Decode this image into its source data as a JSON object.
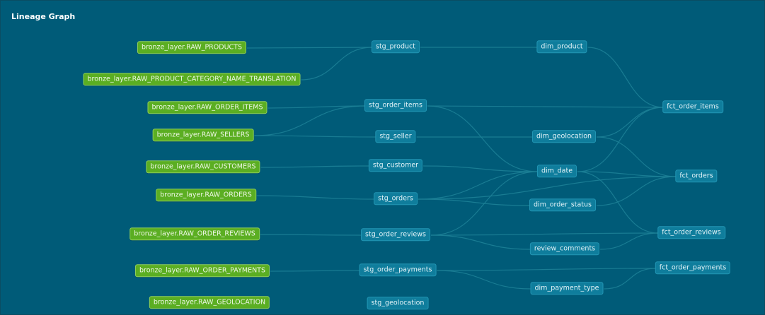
{
  "title": "Lineage Graph",
  "colors": {
    "background": "#005b78",
    "source_node": "#5bae22",
    "model_node": "#0f7d9c",
    "edge": "#1c8096"
  },
  "nodes": {
    "src_products": "bronze_layer.RAW_PRODUCTS",
    "src_category": "bronze_layer.RAW_PRODUCT_CATEGORY_NAME_TRANSLATION",
    "src_order_items": "bronze_layer.RAW_ORDER_ITEMS",
    "src_sellers": "bronze_layer.RAW_SELLERS",
    "src_customers": "bronze_layer.RAW_CUSTOMERS",
    "src_orders": "bronze_layer.RAW_ORDERS",
    "src_order_reviews": "bronze_layer.RAW_ORDER_REVIEWS",
    "src_order_payments": "bronze_layer.RAW_ORDER_PAYMENTS",
    "src_geolocation": "bronze_layer.RAW_GEOLOCATION",
    "stg_product": "stg_product",
    "stg_order_items": "stg_order_items",
    "stg_seller": "stg_seller",
    "stg_customer": "stg_customer",
    "stg_orders": "stg_orders",
    "stg_order_reviews": "stg_order_reviews",
    "stg_order_payments": "stg_order_payments",
    "stg_geolocation": "stg_geolocation",
    "dim_product": "dim_product",
    "dim_geolocation": "dim_geolocation",
    "dim_date": "dim_date",
    "dim_order_status": "dim_order_status",
    "review_comments": "review_comments",
    "dim_payment_type": "dim_payment_type",
    "fct_order_items": "fct_order_items",
    "fct_orders": "fct_orders",
    "fct_order_reviews": "fct_order_reviews",
    "fct_order_payments": "fct_order_payments"
  },
  "edges": [
    [
      "src_products",
      "stg_product"
    ],
    [
      "src_category",
      "stg_product"
    ],
    [
      "src_order_items",
      "stg_order_items"
    ],
    [
      "src_sellers",
      "stg_seller"
    ],
    [
      "src_sellers",
      "stg_order_items"
    ],
    [
      "src_customers",
      "stg_customer"
    ],
    [
      "src_orders",
      "stg_orders"
    ],
    [
      "src_order_reviews",
      "stg_order_reviews"
    ],
    [
      "src_order_payments",
      "stg_order_payments"
    ],
    [
      "stg_product",
      "dim_product"
    ],
    [
      "stg_order_items",
      "fct_order_items"
    ],
    [
      "stg_order_items",
      "dim_date"
    ],
    [
      "stg_seller",
      "dim_geolocation"
    ],
    [
      "stg_customer",
      "dim_date"
    ],
    [
      "stg_orders",
      "dim_date"
    ],
    [
      "stg_orders",
      "dim_order_status"
    ],
    [
      "stg_orders",
      "fct_orders"
    ],
    [
      "stg_order_reviews",
      "dim_date"
    ],
    [
      "stg_order_reviews",
      "review_comments"
    ],
    [
      "stg_order_reviews",
      "fct_order_reviews"
    ],
    [
      "stg_order_payments",
      "dim_payment_type"
    ],
    [
      "stg_order_payments",
      "fct_order_payments"
    ],
    [
      "dim_product",
      "fct_order_items"
    ],
    [
      "dim_geolocation",
      "fct_order_items"
    ],
    [
      "dim_geolocation",
      "fct_orders"
    ],
    [
      "dim_date",
      "fct_order_items"
    ],
    [
      "dim_date",
      "fct_orders"
    ],
    [
      "dim_date",
      "fct_order_reviews"
    ],
    [
      "dim_order_status",
      "fct_orders"
    ],
    [
      "review_comments",
      "fct_order_reviews"
    ],
    [
      "dim_payment_type",
      "fct_order_payments"
    ]
  ]
}
